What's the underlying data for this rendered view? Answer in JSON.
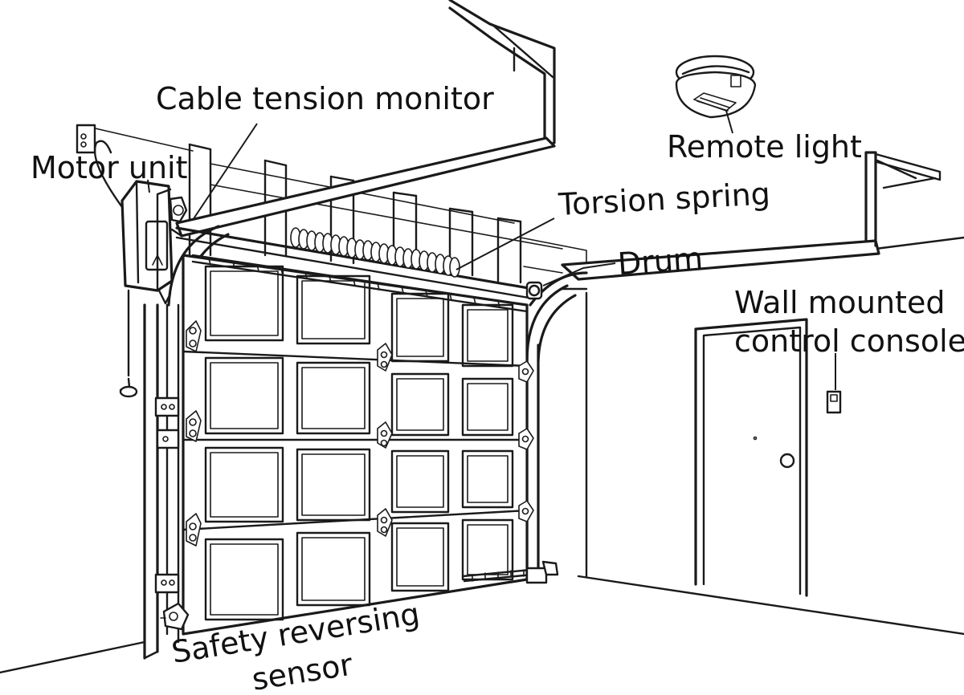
{
  "labels": {
    "cable_tension_monitor": "Cable tension monitor",
    "motor_unit": "Motor unit",
    "remote_light": "Remote light",
    "torsion_spring": "Torsion spring",
    "drum": "Drum",
    "wall_mounted_line1": "Wall mounted",
    "wall_mounted_line2": "control console",
    "safety_line1": "Safety reversing",
    "safety_line2": "sensor"
  },
  "colors": {
    "ink": "#1a1a1a",
    "background": "#ffffff"
  }
}
